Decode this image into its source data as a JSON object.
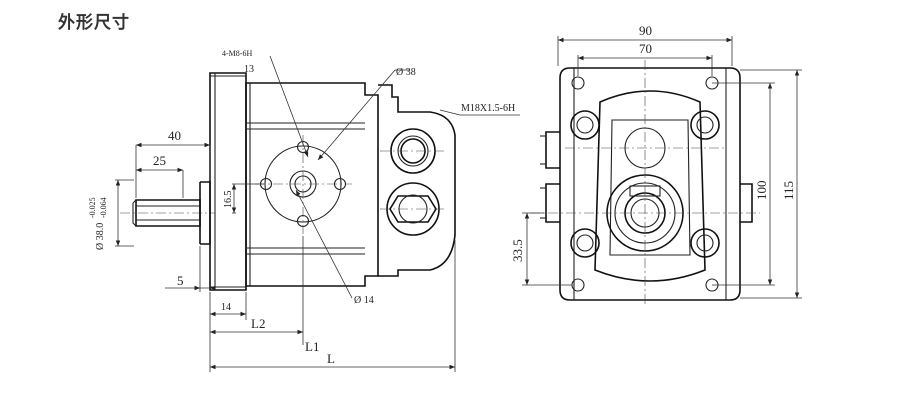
{
  "title": "外形尺寸",
  "side_view": {
    "bolt_label": "4-M8-6H",
    "bolt_depth": "13",
    "dia_large": "Ø 38",
    "thread_label": "M18X1.5-6H",
    "dia_small": "Ø 14",
    "shaft_len_40": "40",
    "shaft_len_25": "25",
    "offset_16_5": "16.5",
    "shaft_dia": "Ø 38.0",
    "tol_upper": "-0.025",
    "tol_lower": "-0.064",
    "flange_5": "5",
    "flange_14": "14",
    "l2": "L2",
    "l1": "L1",
    "l": "L"
  },
  "front_view": {
    "width_90": "90",
    "width_70": "70",
    "height_100": "100",
    "height_115": "115",
    "offset_33_5": "33.5"
  }
}
